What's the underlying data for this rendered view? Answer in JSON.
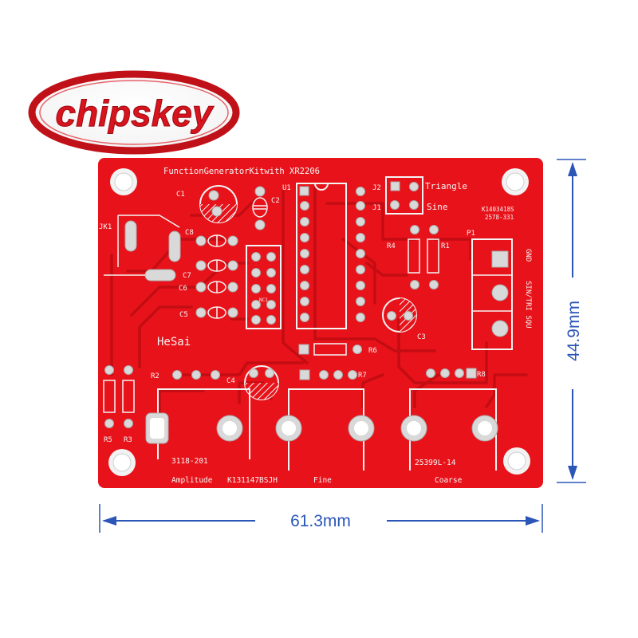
{
  "logo": {
    "text": "chipskey",
    "red": "#d8141e",
    "ring": "#c01118"
  },
  "board": {
    "color": "#e8131a",
    "trace_color": "#c30d12",
    "silk_color": "#f4f4f4",
    "pad_color": "#d9d9d9",
    "title": "FunctionGeneratorKitwith XR2206",
    "brand": "HeSai",
    "labels": {
      "c1": "C1",
      "c2": "C2",
      "c3": "C3",
      "c4": "C4",
      "c5": "C5",
      "c6": "C6",
      "c7": "C7",
      "c8": "C8",
      "u1": "U1",
      "nc1": "NC1",
      "jk1": "JK1",
      "j1": "J1",
      "j2": "J2",
      "triangle": "Triangle",
      "sine": "Sine",
      "code_top": "K1403418S",
      "code_top2": "2578-331",
      "p1": "P1",
      "gnd": "GND",
      "sin_tri_squ": "SIN/TRI SQU",
      "r1": "R1",
      "r2": "R2",
      "r3": "R3",
      "r4": "R4",
      "r5": "R5",
      "r6": "R6",
      "r7": "R7",
      "r8": "R8",
      "pot_left": "3118-201",
      "pot_right": "25399L-14",
      "amplitude": "Amplitude",
      "code_bottom": "K131147BSJH",
      "fine": "Fine",
      "coarse": "Coarse"
    }
  },
  "dimensions": {
    "width_label": "61.3mm",
    "height_label": "44.9mm",
    "color": "#2b56b8"
  }
}
